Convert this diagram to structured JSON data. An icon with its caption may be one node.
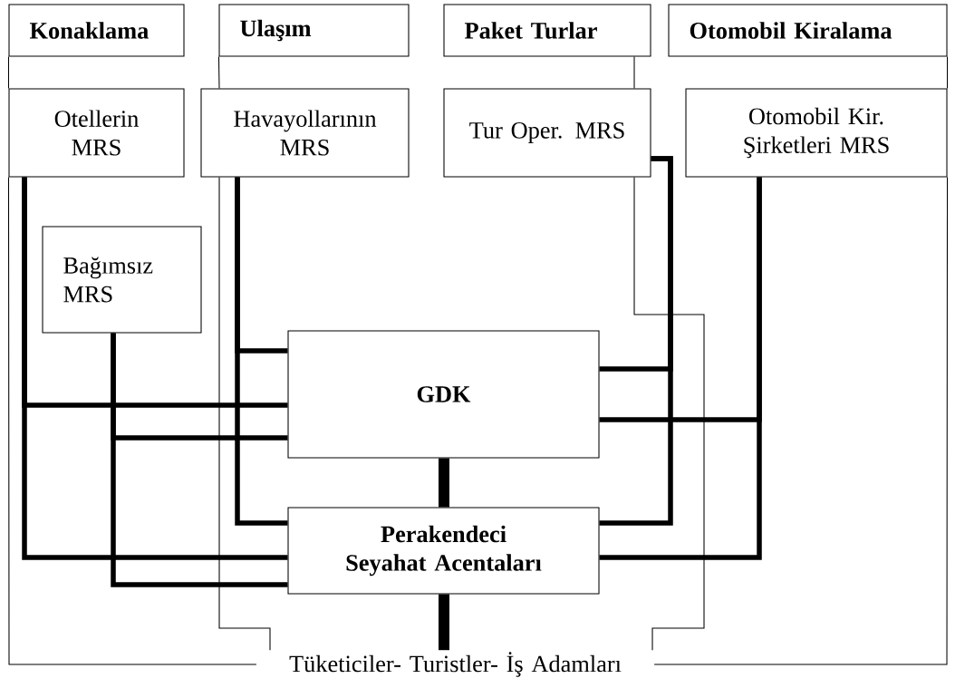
{
  "diagram": {
    "nodes": [
      {
        "text": [
          "Konaklama"
        ]
      },
      {
        "text": [
          "Ulaşım"
        ]
      },
      {
        "text": [
          "Paket Turlar"
        ]
      },
      {
        "text": [
          "Otomobil Kiralama"
        ]
      },
      {
        "text": [
          "Otellerin MRS"
        ]
      },
      {
        "text": [
          "Havayollarının MRS"
        ]
      },
      {
        "text": [
          "Tur Oper. MRS"
        ]
      },
      {
        "text": [
          "Otomobil Kir. Şirketleri MRS"
        ]
      },
      {
        "text": [
          "Bağımsız MRS"
        ]
      },
      {
        "text": [
          "GDK"
        ]
      },
      {
        "text": [
          "Perakendeci Seyahat Acentaları"
        ]
      },
      {
        "text": [
          "Tüketiciler- Turistler- İş Adamları"
        ]
      }
    ],
    "edges": [
      {
        "from": 0,
        "to": 4,
        "arrow": "none"
      },
      {
        "from": 4,
        "to": 11,
        "arrow": "none"
      },
      {
        "from": 1,
        "to": 5,
        "arrow": "none"
      },
      {
        "from": 5,
        "to": 11,
        "arrow": "none"
      },
      {
        "from": 2,
        "to": 6,
        "arrow": "none"
      },
      {
        "from": 6,
        "to": 11,
        "arrow": "none"
      },
      {
        "from": 3,
        "to": 7,
        "arrow": "none"
      },
      {
        "from": 7,
        "to": 11,
        "arrow": "none"
      },
      {
        "from": 4,
        "to": 9,
        "arrow": "none"
      },
      {
        "from": 4,
        "to": 10,
        "arrow": "none"
      },
      {
        "from": 5,
        "to": 9,
        "arrow": "none"
      },
      {
        "from": 5,
        "to": 10,
        "arrow": "none"
      },
      {
        "from": 8,
        "to": 9,
        "arrow": "none"
      },
      {
        "from": 8,
        "to": 10,
        "arrow": "none"
      },
      {
        "from": 6,
        "to": 9,
        "arrow": "none"
      },
      {
        "from": 6,
        "to": 10,
        "arrow": "none"
      },
      {
        "from": 7,
        "to": 9,
        "arrow": "none"
      },
      {
        "from": 7,
        "to": 10,
        "arrow": "none"
      },
      {
        "from": 9,
        "to": 10,
        "arrow": "none",
        "style": "thick"
      },
      {
        "from": 10,
        "to": 11,
        "arrow": "none",
        "style": "thick"
      }
    ]
  }
}
